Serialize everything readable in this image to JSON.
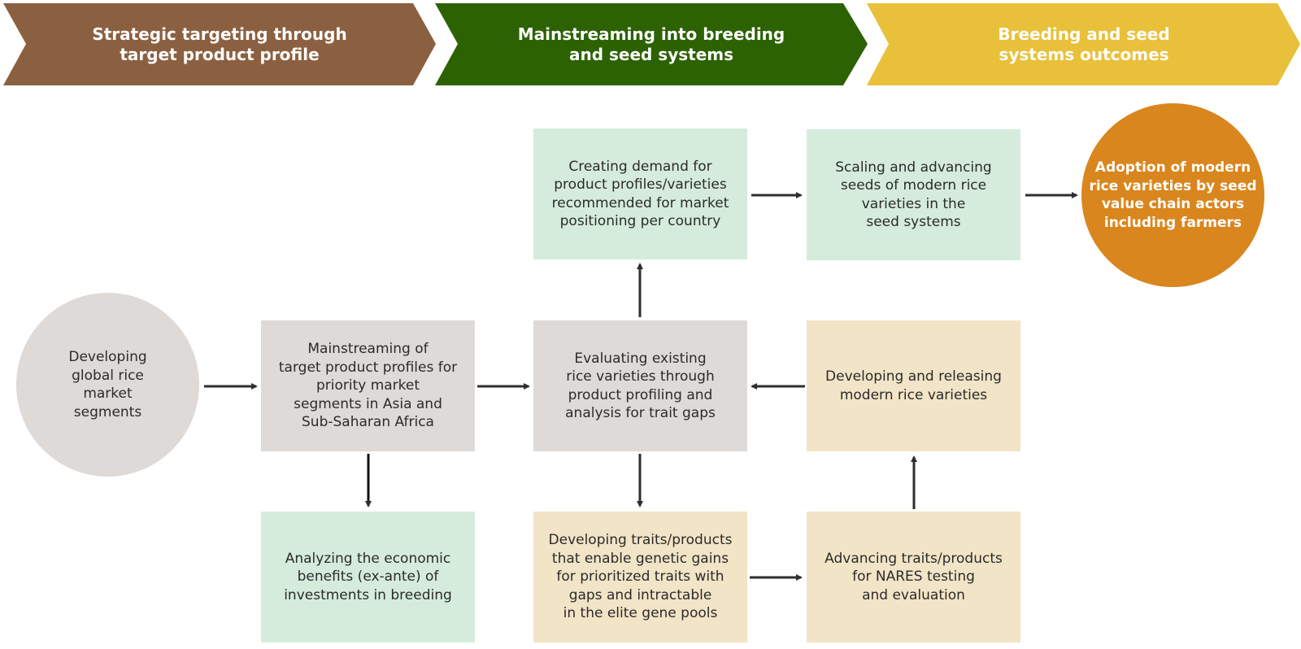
{
  "diagram": {
    "phases": [
      {
        "label": "Strategic targeting through\ntarget product profile",
        "color": "#8b6040"
      },
      {
        "label": "Mainstreaming into breeding\nand seed systems",
        "color": "#2c6202"
      },
      {
        "label": "Breeding and seed\nsystems outcomes",
        "color": "#e9c03a"
      }
    ],
    "nodes": {
      "global_segments": "Developing\nglobal rice\nmarket\nsegments",
      "mainstreaming_tpp": "Mainstreaming of\ntarget product profiles for\npriority market\nsegments in Asia and\nSub-Saharan Africa",
      "economic_benefits": "Analyzing the economic\nbenefits (ex-ante) of\ninvestments in breeding",
      "evaluating_varieties": "Evaluating existing\nrice varieties through\nproduct profiling and\nanalysis for trait gaps",
      "creating_demand": "Creating demand for\nproduct profiles/varieties\nrecommended for market\npositioning per country",
      "developing_traits": "Developing traits/products\nthat enable genetic gains\nfor prioritized traits with\ngaps and intractable\nin the elite gene pools",
      "scaling_seeds": "Scaling and advancing\nseeds of modern rice\nvarieties in the\nseed systems",
      "releasing_varieties": "Developing and releasing\nmodern rice varieties",
      "advancing_traits": "Advancing traits/products\nfor NARES testing\nand evaluation",
      "adoption": "Adoption of modern\nrice varieties by seed\nvalue chain actors\nincluding farmers"
    },
    "colors": {
      "green_box": "#d5ecdc",
      "grey_box": "#dedad7",
      "tan_box": "#f2e4c6",
      "adoption_circle": "#d9861e",
      "arrow": "#2e2e2e"
    }
  }
}
